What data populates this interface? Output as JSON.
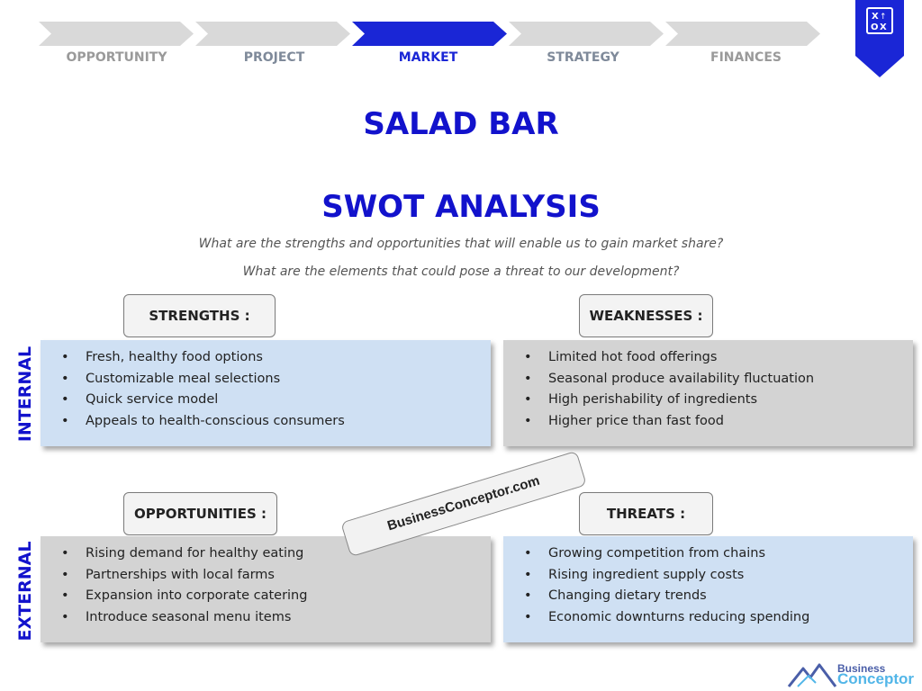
{
  "nav": {
    "steps": [
      {
        "label": "OPPORTUNITY"
      },
      {
        "label": "PROJECT"
      },
      {
        "label": "MARKET"
      },
      {
        "label": "STRATEGY"
      },
      {
        "label": "FINANCES"
      }
    ],
    "active_index": 2,
    "badge_icon": "strategy-board-icon"
  },
  "title": "SALAD BAR",
  "swot_title": "SWOT ANALYSIS",
  "questions": [
    "What are the strengths and opportunities that will enable us to gain market share?",
    "What are the elements that could pose a threat to our development?"
  ],
  "side_labels": {
    "internal": "INTERNAL",
    "external": "EXTERNAL"
  },
  "quadrants": {
    "strengths": {
      "label": "STRENGTHS :",
      "items": [
        "Fresh, healthy food options",
        "Customizable meal selections",
        "Quick service model",
        "Appeals to health-conscious consumers"
      ]
    },
    "weaknesses": {
      "label": "WEAKNESSES :",
      "items": [
        "Limited hot food offerings",
        "Seasonal produce availability fluctuation",
        "High perishability of ingredients",
        "Higher price than fast food"
      ]
    },
    "opportunities": {
      "label": "OPPORTUNITIES :",
      "items": [
        "Rising demand for healthy eating",
        "Partnerships with local farms",
        "Expansion into corporate catering",
        "Introduce seasonal menu items"
      ]
    },
    "threats": {
      "label": "THREATS :",
      "items": [
        "Growing competition from chains",
        "Rising ingredient supply costs",
        "Changing dietary trends",
        "Economic downturns reducing spending"
      ]
    }
  },
  "watermark": "BusinessConceptor.com",
  "logo": {
    "line1": "Business",
    "line2": "Conceptor",
    "icon": "mountain-logo-icon"
  },
  "colors": {
    "accent": "#1212cc",
    "active_step": "#1a26d6",
    "inactive_step": "#d9d9d9",
    "blue_box": "#cfe0f3",
    "gray_box": "#d3d3d3"
  }
}
